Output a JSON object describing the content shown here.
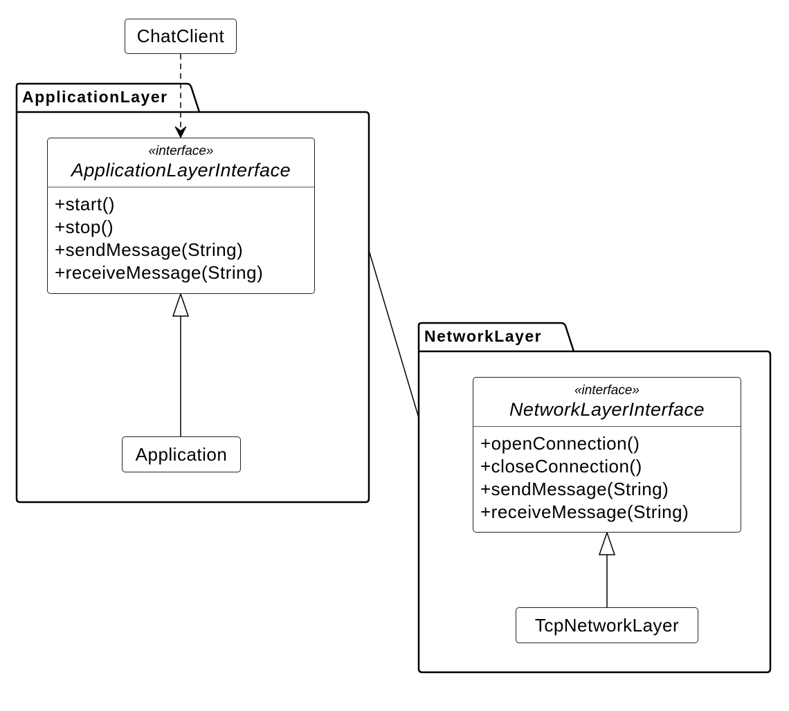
{
  "packages": {
    "application": {
      "label": "ApplicationLayer"
    },
    "network": {
      "label": "NetworkLayer"
    }
  },
  "classes": {
    "chat_client": {
      "name": "ChatClient"
    },
    "application": {
      "name": "Application"
    },
    "tcp_network_layer": {
      "name": "TcpNetworkLayer"
    }
  },
  "interfaces": {
    "application_layer": {
      "stereotype": "«interface»",
      "name": "ApplicationLayerInterface",
      "members": [
        "+start()",
        "+stop()",
        "+sendMessage(String)",
        "+receiveMessage(String)"
      ]
    },
    "network_layer": {
      "stereotype": "«interface»",
      "name": "NetworkLayerInterface",
      "members": [
        "+openConnection()",
        "+closeConnection()",
        "+sendMessage(String)",
        "+receiveMessage(String)"
      ]
    }
  },
  "relations": [
    {
      "type": "dependency",
      "from": "ChatClient",
      "to": "ApplicationLayerInterface"
    },
    {
      "type": "realization",
      "from": "Application",
      "to": "ApplicationLayerInterface"
    },
    {
      "type": "association",
      "from": "ApplicationLayer",
      "to": "NetworkLayer"
    },
    {
      "type": "realization",
      "from": "TcpNetworkLayer",
      "to": "NetworkLayerInterface"
    }
  ]
}
